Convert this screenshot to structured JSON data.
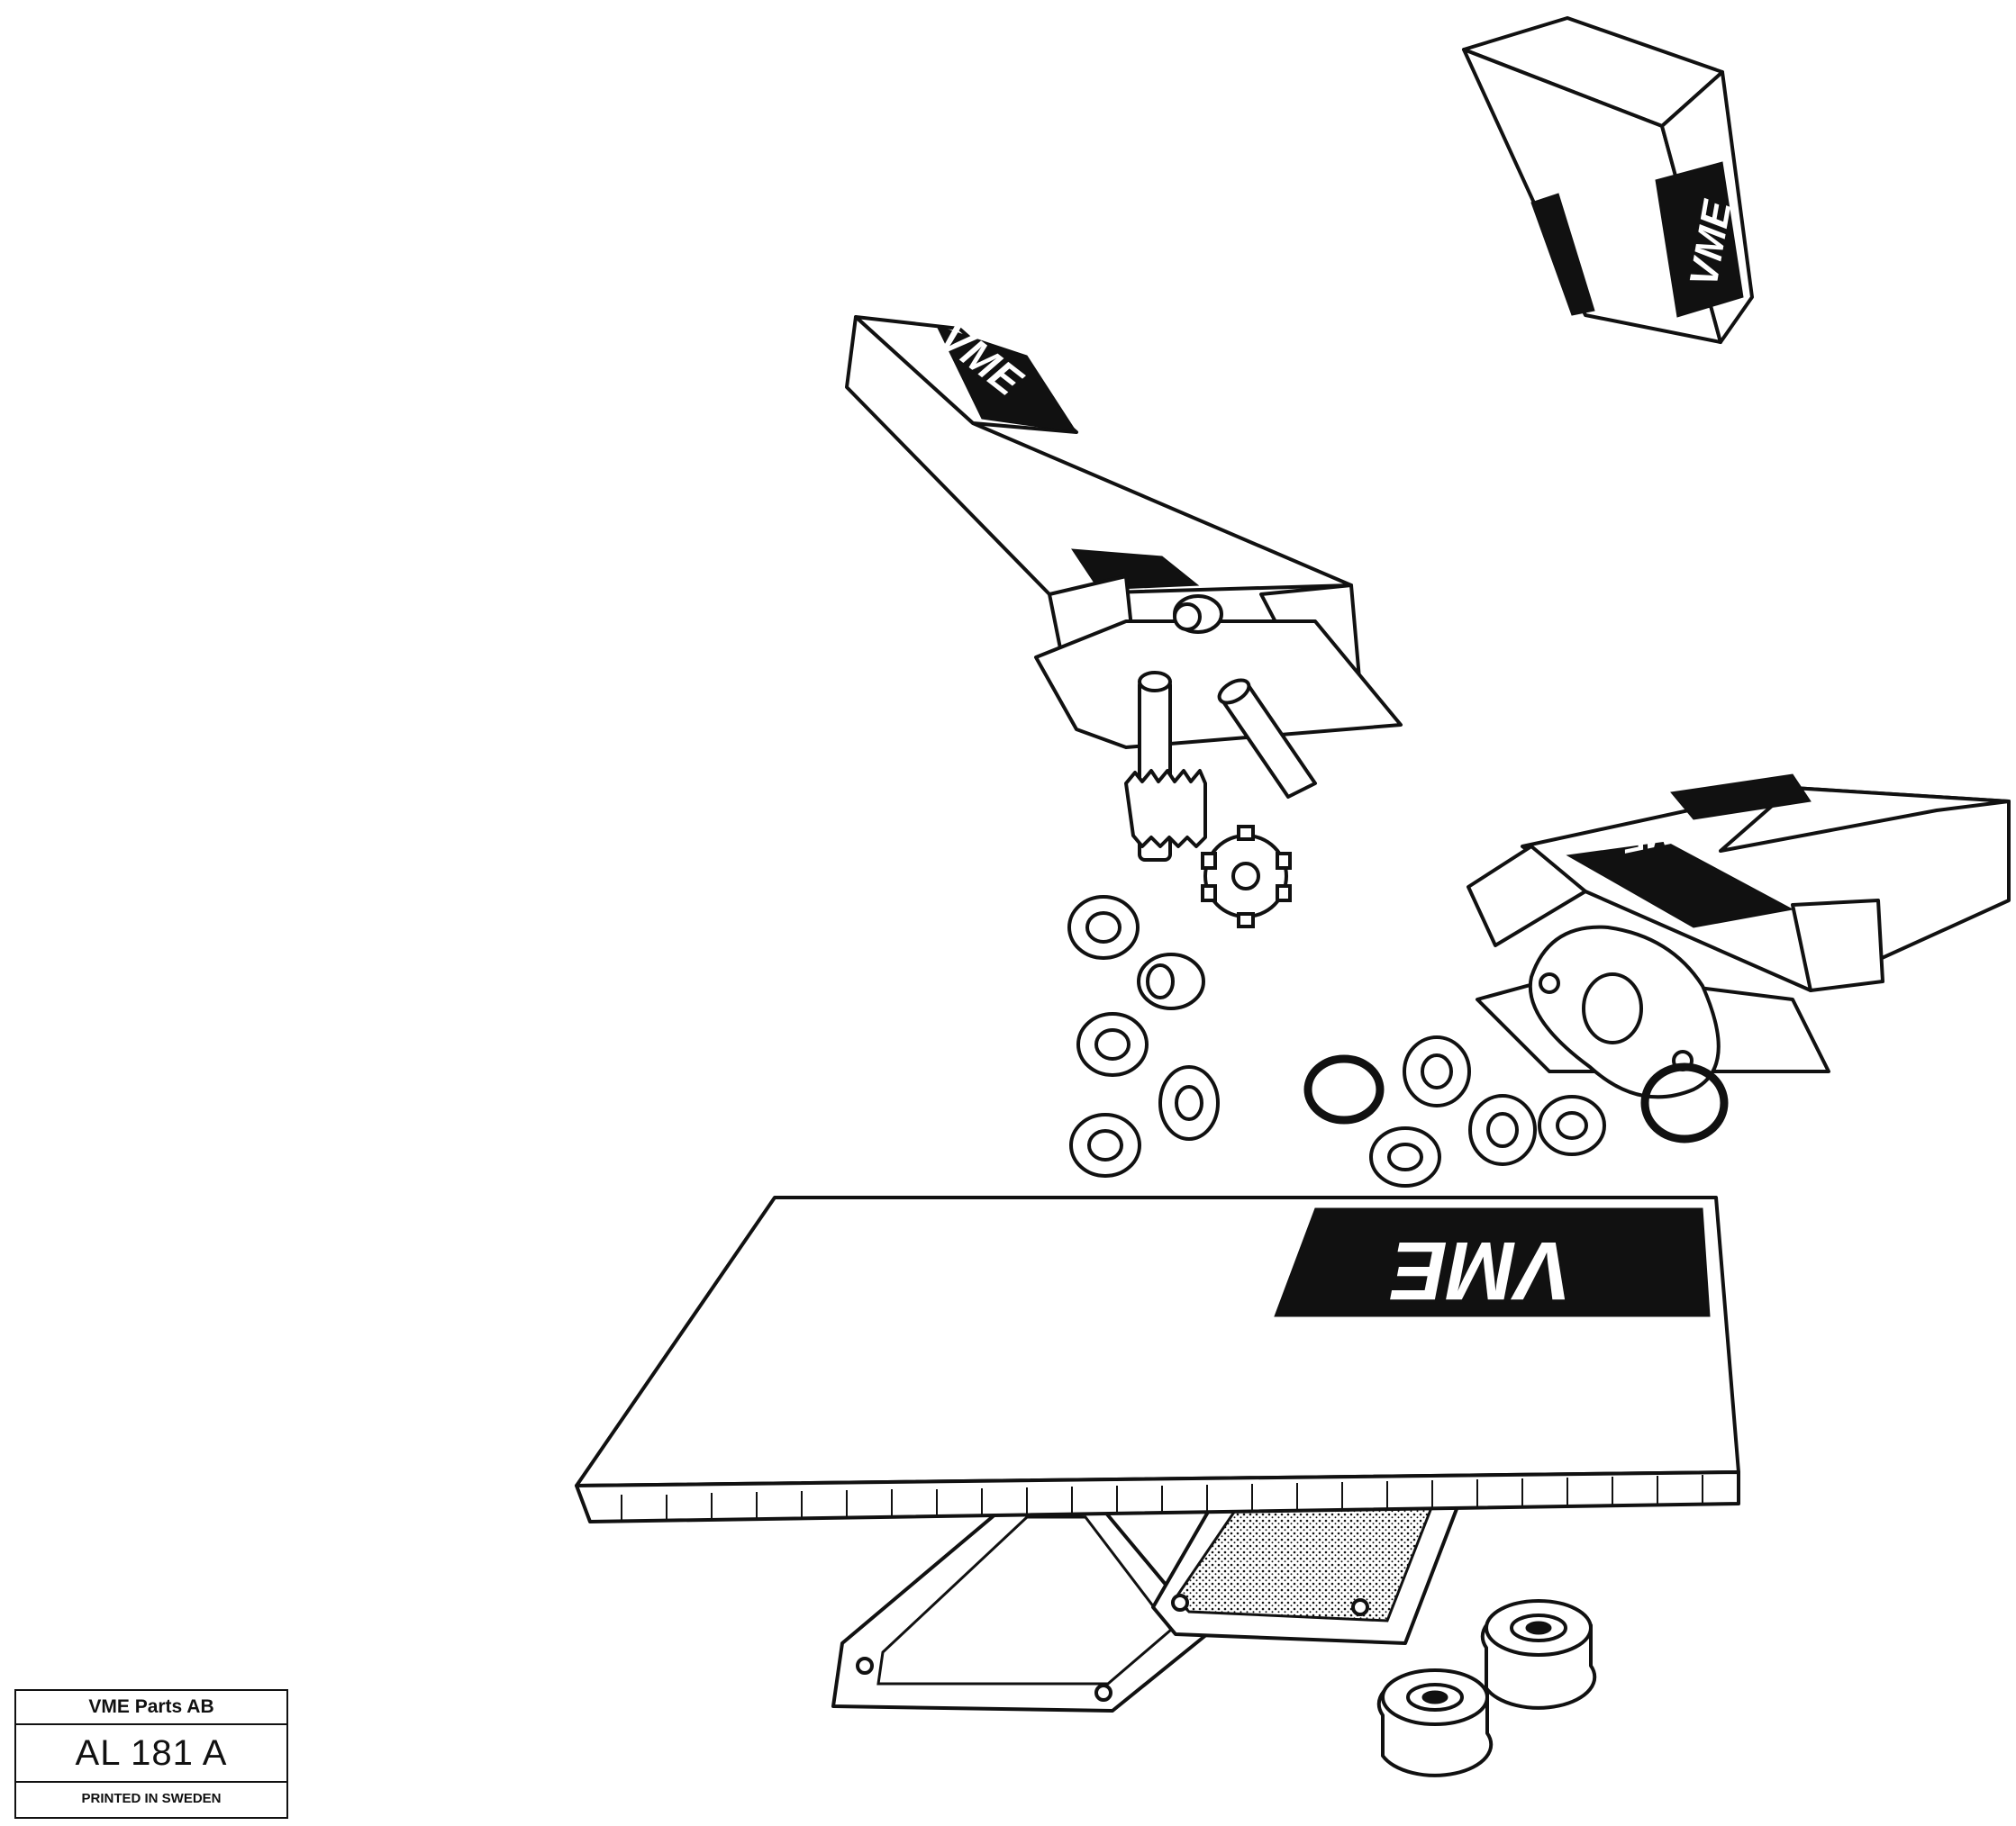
{
  "title_block": {
    "company": "VME Parts AB",
    "code": "AL 181 A",
    "print_note": "PRINTED IN SWEDEN"
  },
  "branding": {
    "logo_text": "VME"
  },
  "colors": {
    "ink": "#111111",
    "paper": "#ffffff"
  }
}
